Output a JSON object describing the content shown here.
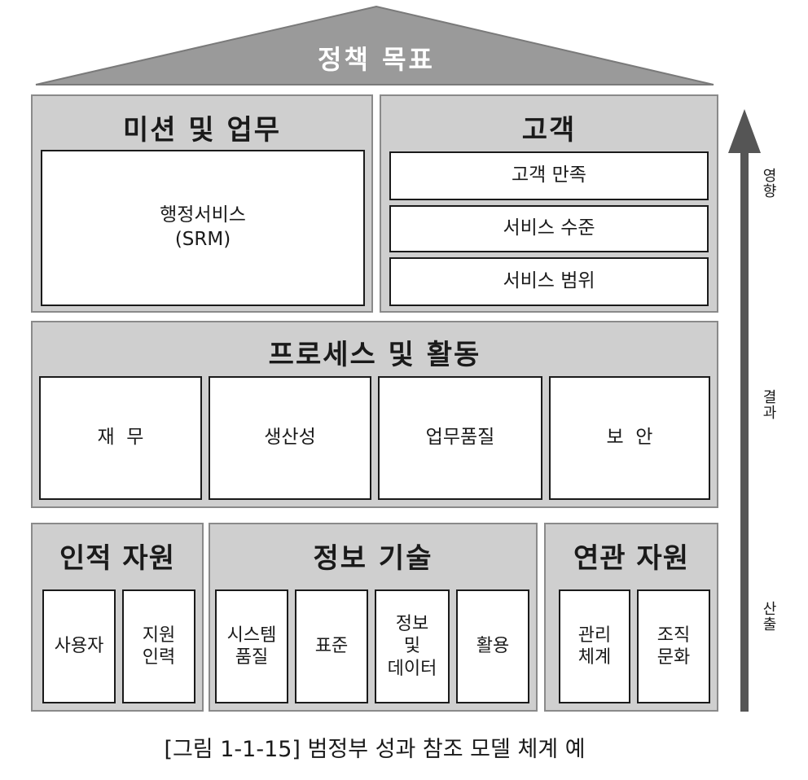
{
  "roof": {
    "label": "정책 목표"
  },
  "mission": {
    "title": "미션 및 업무",
    "box": "행정서비스\n(SRM)"
  },
  "customer": {
    "title": "고객",
    "items": [
      "고객 만족",
      "서비스 수준",
      "서비스 범위"
    ]
  },
  "process": {
    "title": "프로세스 및 활동",
    "items": [
      "재  무",
      "생산성",
      "업무품질",
      "보  안"
    ]
  },
  "human": {
    "title": "인적 자원",
    "items": [
      "사용자",
      "지원\n인력"
    ]
  },
  "it": {
    "title": "정보 기술",
    "items": [
      "시스템\n품질",
      "표준",
      "정보\n및\n데이터",
      "활용"
    ]
  },
  "related": {
    "title": "연관 자원",
    "items": [
      "관리\n체계",
      "조직\n문화"
    ]
  },
  "axis": {
    "top": "영향",
    "middle": "결과",
    "bottom": "산출"
  },
  "caption": "[그림 1-1-15] 범정부 성과 참조 모델 체계 예"
}
